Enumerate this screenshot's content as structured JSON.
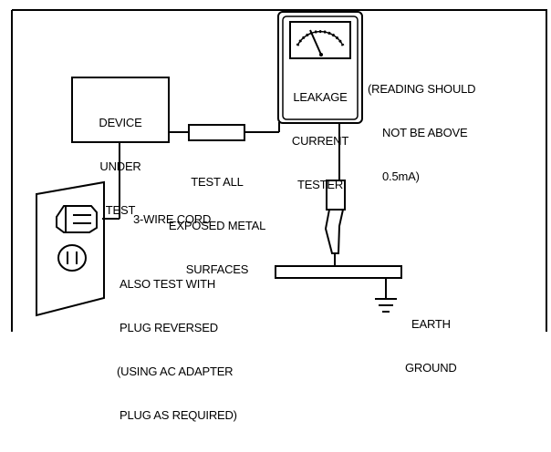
{
  "device_box": {
    "line1": "DEVICE",
    "line2": "UNDER",
    "line3": "TEST"
  },
  "tester_box": {
    "line1": "LEAKAGE",
    "line2": "CURRENT",
    "line3": "TESTER"
  },
  "reading_note": {
    "line1": "(READING SHOULD",
    "line2": "NOT BE ABOVE",
    "line3": "0.5mA)"
  },
  "test_note": {
    "line1": "TEST ALL",
    "line2": "EXPOSED METAL",
    "line3": "SURFACES"
  },
  "cord_label": "3-WIRE CORD",
  "reverse_note": {
    "line1": "ALSO TEST WITH",
    "line2": "PLUG REVERSED",
    "line3": "(USING AC ADAPTER",
    "line4": "PLUG AS REQUIRED)"
  },
  "ground_label": {
    "line1": "EARTH",
    "line2": "GROUND"
  },
  "icons": [
    "meter-gauge-icon",
    "wall-outlet-icon",
    "probe-icon",
    "earth-ground-icon"
  ]
}
